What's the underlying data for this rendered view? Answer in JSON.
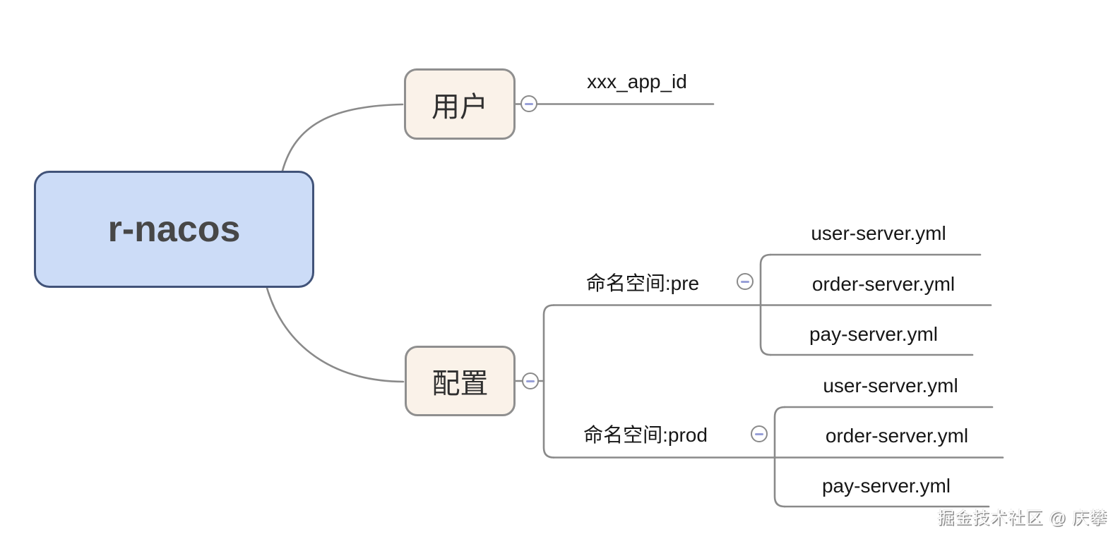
{
  "colors": {
    "root_fill": "#ccdcf7",
    "root_border": "#415379",
    "branch_fill": "#faf2e9",
    "branch_border": "#8f8f8f",
    "connector_line": "#8a8a8a",
    "collapse_minus": "#98a0d8",
    "topic_text": "#161616"
  },
  "mindmap": {
    "root": {
      "label": "r-nacos"
    },
    "user_branch": {
      "label": "用户",
      "collapse_icon": "minus-icon",
      "leaves": [
        "xxx_app_id"
      ]
    },
    "config_branch": {
      "label": "配置",
      "collapse_icon": "minus-icon",
      "namespaces": [
        {
          "label": "命名空间:pre",
          "collapse_icon": "minus-icon",
          "files": [
            "user-server.yml",
            "order-server.yml",
            "pay-server.yml"
          ]
        },
        {
          "label": "命名空间:prod",
          "collapse_icon": "minus-icon",
          "files": [
            "user-server.yml",
            "order-server.yml",
            "pay-server.yml"
          ]
        }
      ]
    }
  },
  "watermark": "掘金技术社区 @ 庆攀"
}
